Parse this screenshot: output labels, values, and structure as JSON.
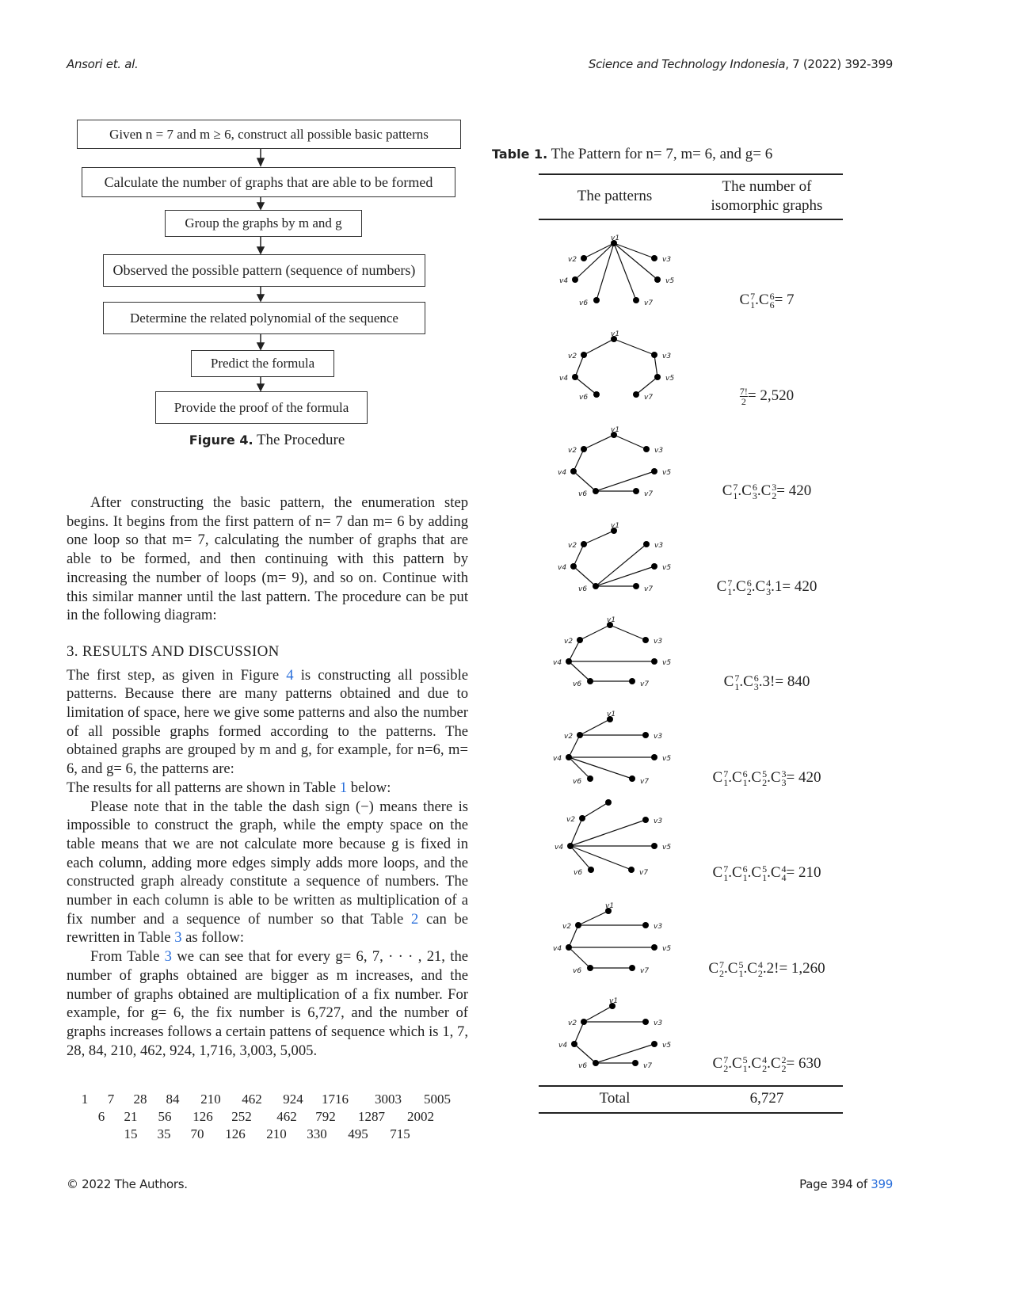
{
  "header": {
    "authors": "Ansori et. al.",
    "journal": "Science and Technology Indonesia",
    "citation": ", 7 (2022) 392-399"
  },
  "flowchart": {
    "steps": [
      "Given n = 7 and m ≥ 6, construct all possible basic patterns",
      "Calculate the number of graphs that are able to be formed",
      "Group the graphs by m and g",
      "Observed the possible pattern (sequence of numbers)",
      "Determine the related polynomial of the sequence",
      "Predict the formula",
      "Provide the proof of the formula"
    ],
    "caption_label": "Figure 4.",
    "caption_text": " The Procedure"
  },
  "body": {
    "para1": "After constructing the basic pattern, the enumeration step begins. It begins from the first pattern of n= 7 dan m= 6 by adding one loop so that m= 7, calculating the number of graphs that are able to be formed, and then continuing with this pattern by increasing the number of loops (m= 9), and so on. Continue with this similar manner until the last pattern. The procedure can be put in the following diagram:",
    "section_title": "3. RESULTS AND DISCUSSION",
    "para2a": "The first step, as given in Figure ",
    "para2_ref": "4",
    "para2b": " is constructing all possible patterns. Because there are many patterns obtained and due to limitation of space, here we give some patterns and also the number of all possible graphs formed according to the patterns. The obtained graphs are grouped by m and g, for example, for n=6, m= 6, and g= 6, the patterns are:",
    "para3a": "The results for all patterns are shown in Table ",
    "para3_ref": "1",
    "para3b": " below:",
    "para4a": "Please note that in the table the dash sign (−) means there is impossible to construct the graph, while the empty space on the table means that we are not calculate more because g is fixed in each column, adding more edges simply adds more loops, and the constructed graph already constitute a sequence of numbers. The number in each column is able to be written as multiplication of a fix number and a sequence of number so that Table ",
    "para4_ref1": "2",
    "para4b": " can be rewritten in Table ",
    "para4_ref2": "3",
    "para4c": " as follow:",
    "para5a": "From Table ",
    "para5_ref": "3",
    "para5b": " we can see that for every g= 6, 7, · · · , 21, the number of graphs obtained are bigger as m increases, and the number of graphs obtained are multiplication of a fix number. For example, for g= 6, the fix number is 6,727, and the number of graphs increases follows a certain pattens of sequence which is 1, 7, 28, 84, 210, 462, 924, 1,716, 3,003, 5,005."
  },
  "number_rows": [
    [
      "1",
      "7",
      "28",
      "84",
      "210",
      "462",
      "924",
      "1716",
      "3003",
      "5005"
    ],
    [
      "6",
      "21",
      "56",
      "126",
      "252",
      "462",
      "792",
      "1287",
      "2002"
    ],
    [
      "15",
      "35",
      "70",
      "126",
      "210",
      "330",
      "495",
      "715"
    ]
  ],
  "table": {
    "caption_label": "Table 1.",
    "caption_text": " The Pattern for n= 7, m= 6, and g= 6",
    "col1": "The patterns",
    "col2_line1": "The number of",
    "col2_line2": "isomorphic graphs",
    "vertex_labels": [
      "v1",
      "v2",
      "v3",
      "v4",
      "v5",
      "v6",
      "v7"
    ],
    "rows": [
      {
        "terms": [
          [
            "7",
            "1"
          ],
          [
            "6",
            "6"
          ]
        ],
        "tail": "= 7"
      },
      {
        "fraction": [
          "7!",
          "2"
        ],
        "tail": "= 2,520"
      },
      {
        "terms": [
          [
            "7",
            "1"
          ],
          [
            "6",
            "3"
          ],
          [
            "3",
            "2"
          ]
        ],
        "tail": "= 420"
      },
      {
        "terms": [
          [
            "7",
            "1"
          ],
          [
            "6",
            "2"
          ],
          [
            "4",
            "3"
          ]
        ],
        "tail": ".1= 420"
      },
      {
        "terms": [
          [
            "7",
            "1"
          ],
          [
            "6",
            "3"
          ]
        ],
        "tail": ".3!= 840"
      },
      {
        "terms": [
          [
            "7",
            "1"
          ],
          [
            "6",
            "1"
          ],
          [
            "5",
            "2"
          ],
          [
            "3",
            "3"
          ]
        ],
        "tail": "= 420"
      },
      {
        "terms": [
          [
            "7",
            "1"
          ],
          [
            "6",
            "1"
          ],
          [
            "5",
            "1"
          ],
          [
            "4",
            "4"
          ]
        ],
        "tail": "= 210"
      },
      {
        "terms": [
          [
            "7",
            "2"
          ],
          [
            "5",
            "1"
          ],
          [
            "4",
            "2"
          ]
        ],
        "tail": ".2!= 1,260"
      },
      {
        "terms": [
          [
            "7",
            "2"
          ],
          [
            "5",
            "1"
          ],
          [
            "4",
            "2"
          ],
          [
            "2",
            "2"
          ]
        ],
        "tail": "= 630"
      }
    ],
    "total_label": "Total",
    "total_value": "6,727"
  },
  "footer": {
    "copyright": "© 2022 The Authors.",
    "page_prefix": "Page 394 of ",
    "page_total": "399"
  }
}
